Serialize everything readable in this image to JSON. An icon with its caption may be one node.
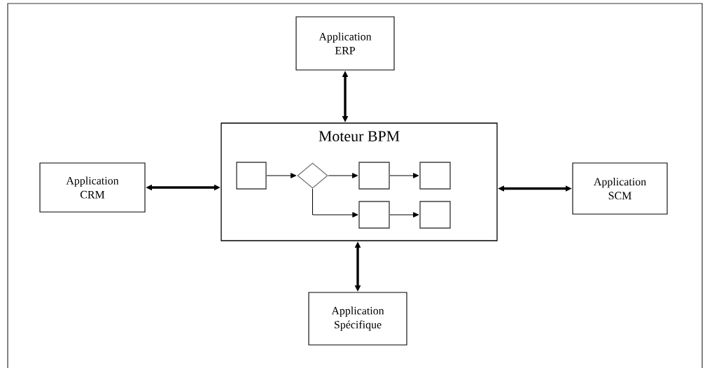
{
  "diagram": {
    "nodes": [
      {
        "text": [
          "Application ERP"
        ]
      },
      {
        "text": [
          "Application CRM"
        ]
      },
      {
        "text": [
          "Moteur BPM"
        ]
      },
      {
        "text": [
          "Application SCM"
        ]
      },
      {
        "text": [
          "Application Spécifique"
        ]
      },
      {
        "text": [],
        "shape": "box",
        "in": 2
      },
      {
        "text": [],
        "shape": "diamond",
        "in": 2
      },
      {
        "text": [],
        "shape": "box",
        "in": 2
      },
      {
        "text": [],
        "shape": "box",
        "in": 2
      },
      {
        "text": [],
        "shape": "box",
        "in": 2
      },
      {
        "text": [],
        "shape": "box",
        "in": 2
      }
    ],
    "edges": [
      {
        "from": 0,
        "to": 2,
        "arrow": "both",
        "style": "thick"
      },
      {
        "from": 1,
        "to": 2,
        "arrow": "both",
        "style": "thick"
      },
      {
        "from": 2,
        "to": 3,
        "arrow": "both",
        "style": "thick"
      },
      {
        "from": 2,
        "to": 4,
        "arrow": "both",
        "style": "thick"
      },
      {
        "from": 5,
        "to": 6,
        "arrow": "to"
      },
      {
        "from": 6,
        "to": 7,
        "arrow": "to"
      },
      {
        "from": 7,
        "to": 8,
        "arrow": "to"
      },
      {
        "from": 6,
        "to": 9,
        "arrow": "to"
      },
      {
        "from": 9,
        "to": 10,
        "arrow": "to"
      }
    ]
  }
}
